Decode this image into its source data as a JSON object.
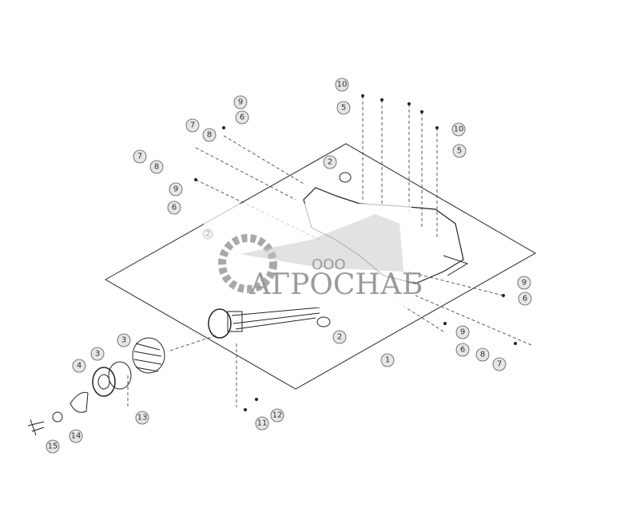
{
  "diagram": {
    "callouts": [
      "10",
      "5",
      "9",
      "6",
      "7",
      "8",
      "7",
      "8",
      "2",
      "9",
      "6",
      "10",
      "5",
      "2",
      "9",
      "6",
      "9",
      "6",
      "8",
      "7",
      "2",
      "1",
      "3",
      "3",
      "4",
      "13",
      "12",
      "11",
      "14",
      "15"
    ]
  },
  "watermark": {
    "prefix": "ООО",
    "name": "АГРОСНАБ"
  },
  "colors": {
    "line": "#222222",
    "callout_fill": "#e6e6e6",
    "watermark": "#8a8a8a"
  }
}
